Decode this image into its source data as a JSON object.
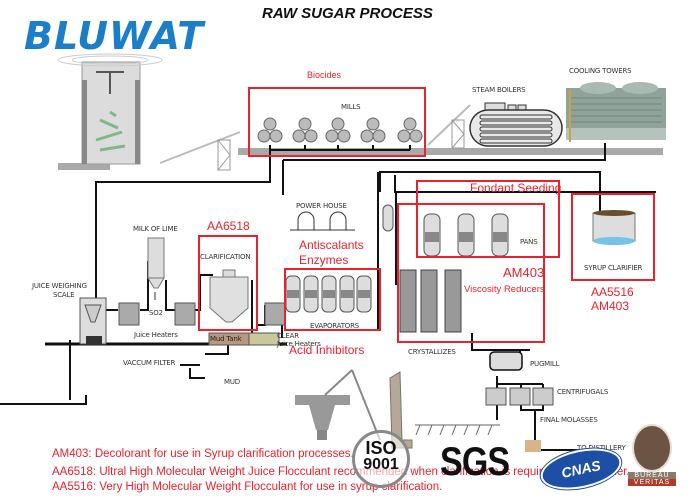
{
  "header": {
    "logo": "BLUWAT",
    "title": "RAW SUGAR PROCESS"
  },
  "equipment_labels": {
    "mills": "MILLS",
    "steam_boilers": "STEAM BOILERS",
    "cooling_towers": "COOLING TOWERS",
    "power_house": "POWER HOUSE",
    "milk_of_lime": "MILK OF LIME",
    "clarification": "CLARIFICATION",
    "juice_weighing_scale_line1": "JUICE WEIGHING",
    "juice_weighing_scale_line2": "SCALE",
    "so2": "SO2",
    "juice_heaters": "Juice Heaters",
    "mud_tank": "Mud Tank",
    "clear_line1": "CLEAR",
    "clear_line2": "Juice Heaters",
    "evaporators": "EVAPORATORS",
    "vaccum_filter": "VACCUM FILTER",
    "mud": "MUD",
    "pans": "PANS",
    "crystallizes": "CRYSTALLIZES",
    "pugmill": "PUGMILL",
    "centrifugals": "CENTRIFUGALS",
    "final_molasses": "FINAL MOLASSES",
    "to_distillery": "TO DISTILLERY",
    "syrup_clarifier": "SYRUP CLARIFIER"
  },
  "product_callouts": {
    "biocides": "Biocides",
    "aa6518": "AA6518",
    "antiscalants": "Antiscalants",
    "enzymes": "Enzymes",
    "acid_inhibitors": "Acid Inhibitors",
    "fondant_seeding": "Fondant Seeding",
    "am403": "AM403",
    "viscosity_reducers": "Viscosity Reducers",
    "syrup_aa5516": "AA5516",
    "syrup_am403": "AM403"
  },
  "legend": [
    "AM403: Decolorant for use in Syrup clarification processes.",
    "AA6518:  Ultral High Molecular Weight Juice Flocculant recommended when clarification is required in the clarifier.",
    "AA5516: Very High Molecular Weight Flocculant for use in syrup clarification."
  ],
  "certifications": {
    "iso_line1": "ISO",
    "iso_line2": "9001",
    "sgs": "SGS",
    "cnas": "CNAS",
    "bureau": "BUREAU",
    "veritas": "VERITAS"
  },
  "colors": {
    "accent_red": "#e8222e",
    "logo_blue": "#1a7fc8"
  }
}
